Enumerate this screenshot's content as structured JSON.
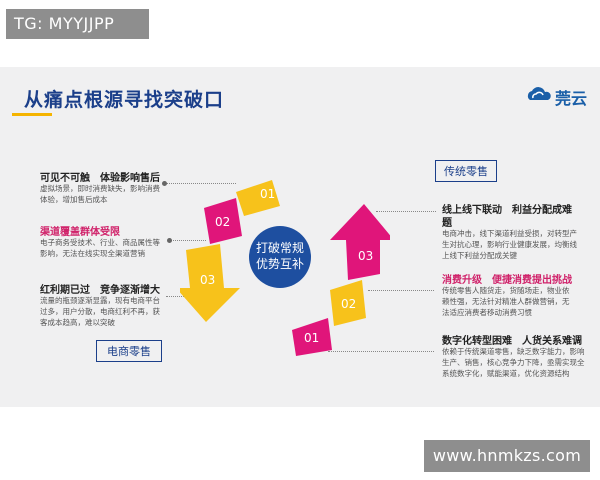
{
  "watermark": {
    "tag": "TG: MYYJJPP",
    "url": "www.hnmkzs.com"
  },
  "slide": {
    "title": "从痛点根源寻找突破口",
    "logo_text": "莞云",
    "center": {
      "line1": "打破常规",
      "line2": "优势互补"
    },
    "left": {
      "items": [
        {
          "heading": "可见不可触　体验影响售后",
          "lines": [
            "虚拟场景，即时消费缺失，影响消费",
            "体验，增加售后成本"
          ]
        },
        {
          "heading": "渠道覆盖群体受限",
          "lines": [
            "电子商务受技术、行业、商品属性等",
            "影响，无法在线实现全渠道营销"
          ]
        },
        {
          "heading": "红利期已过　竞争逐渐增大",
          "lines": [
            "流量的瓶颈逐渐显露，现有电商平台",
            "过多，用户分散，电商红利不再，获",
            "客成本趋高，难以突破"
          ]
        }
      ],
      "label": "电商零售"
    },
    "right": {
      "label": "传统零售",
      "items": [
        {
          "heading_line1": "线上线下联动　利益分配成难",
          "heading_line2": "题",
          "lines": [
            "电商冲击，线下渠道利益受损，对转型产",
            "生对抗心理，影响行业健康发展，均衡线",
            "上线下利益分配成关键"
          ]
        },
        {
          "heading": "消费升级　便捷消费提出挑战",
          "lines": [
            "传统零售人随货走，货随场走，物业依",
            "赖性强，无法针对精准人群做营销，无",
            "法适应消费者移动消费习惯"
          ]
        },
        {
          "heading": "数字化转型困难　人货关系难调",
          "lines": [
            "依赖于传统渠道零售，缺乏数字能力，影响",
            "生产、销售，核心竞争力下降，亟需实现全",
            "系统数字化，赋能渠道，优化资源结构"
          ]
        }
      ]
    },
    "arrows": {
      "left": [
        "01",
        "02",
        "03"
      ],
      "right": [
        "01",
        "02",
        "03"
      ]
    },
    "colors": {
      "magenta": "#e0157a",
      "yellow": "#f7c21b",
      "navy": "#1e4fa0"
    }
  }
}
